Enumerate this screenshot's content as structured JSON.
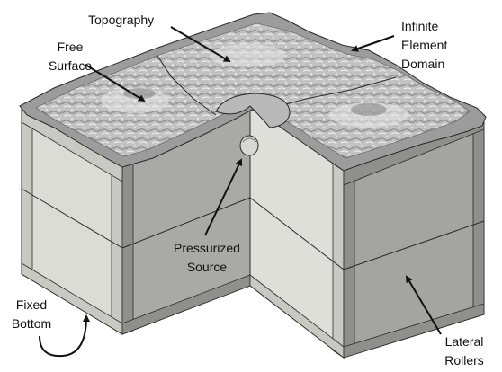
{
  "labels": {
    "topography": "Topography",
    "free_surface_1": "Free",
    "free_surface_2": "Surface",
    "infinite_1": "Infinite",
    "infinite_2": "Element",
    "infinite_3": "Domain",
    "pressurized_1": "Pressurized",
    "pressurized_2": "Source",
    "fixed_1": "Fixed",
    "fixed_2": "Bottom",
    "lateral_1": "Lateral",
    "lateral_2": "Rollers"
  },
  "colors": {
    "front_left_face": "#dcdcd6",
    "inner_right_face": "#dedfd9",
    "inner_left_face": "#a9aaa5",
    "right_face": "#a4a5a0",
    "terrain": "#c4c4c4",
    "edge": "#2a2a2a",
    "arrow": "#111111"
  }
}
